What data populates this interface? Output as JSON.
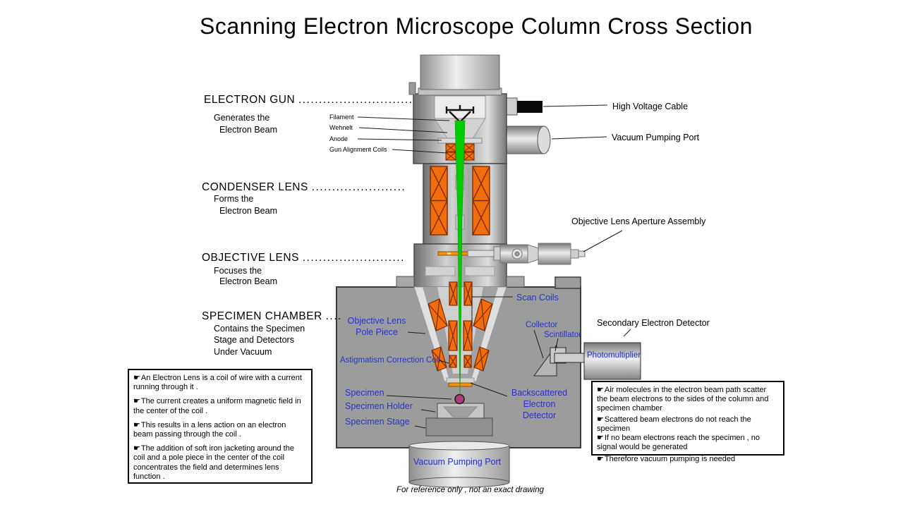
{
  "title": "Scanning Electron Microscope Column Cross Section",
  "bullet_icon": "☛",
  "sections": [
    {
      "heading": "ELECTRON GUN",
      "dots": "............................",
      "desc": [
        "Generates the",
        "Electron Beam"
      ]
    },
    {
      "heading": "CONDENSER LENS",
      "dots": ".......................",
      "desc": [
        "Forms the",
        "Electron Beam"
      ]
    },
    {
      "heading": "OBJECTIVE LENS",
      "dots": ".........................",
      "desc": [
        "Focuses the",
        "Electron Beam"
      ]
    },
    {
      "heading": "SPECIMEN CHAMBER",
      "dots": "....",
      "desc": [
        "Contains the Specimen",
        "Stage and Detectors",
        "Under Vacuum"
      ]
    }
  ],
  "gun_labels": {
    "filament": "Filament",
    "wehnelt": "Wehnelt",
    "anode": "Anode",
    "alignment": "Gun Alignment Coils"
  },
  "right_labels": {
    "high_voltage": "High Voltage Cable",
    "vacuum_top": "Vacuum Pumping Port",
    "aperture": "Objective Lens Aperture Assembly",
    "sed": "Secondary Electron Detector"
  },
  "blue_labels": {
    "scan_coils": "Scan Coils",
    "pole_line1": "Objective Lens",
    "pole_line2": "Pole Piece",
    "collector": "Collector",
    "scintillator": "Scintillator",
    "photomultiplier": "Photomultiplier",
    "astigmatism": "Astigmatism Correction Coil",
    "specimen": "Specimen",
    "holder": "Specimen Holder",
    "stage": "Specimen Stage",
    "bsd_line1": "Backscattered",
    "bsd_line2": "Electron",
    "bsd_line3": "Detector",
    "vacuum_bottom": "Vacuum Pumping Port"
  },
  "left_box": {
    "items": [
      "An Electron Lens is a coil of wire with a current running through it .",
      "The current creates a uniform magnetic field in the center of the coil .",
      "This results in a lens action on an electron beam passing through the coil .",
      "The addition of soft iron jacketing around the coil and a pole piece in the center of the coil concentrates the field and determines lens function ."
    ]
  },
  "right_box": {
    "items": [
      "Air molecules in the electron beam path scatter the beam electrons to the sides of the column and specimen chamber",
      "Scattered beam electrons do not reach the specimen",
      "If no beam electrons reach the specimen , no signal would be generated",
      "Therefore vacuum pumping is needed"
    ]
  },
  "footnote": "For reference only , not an exact drawing",
  "colors": {
    "label_blue": "#2433cb",
    "coil_orange": "#f26d0d",
    "beam_green": "#00cc00",
    "chamber_gray": "#9c9c9c",
    "specimen_magenta": "#ad3d7c",
    "cable_black": "#0a0a0a"
  }
}
